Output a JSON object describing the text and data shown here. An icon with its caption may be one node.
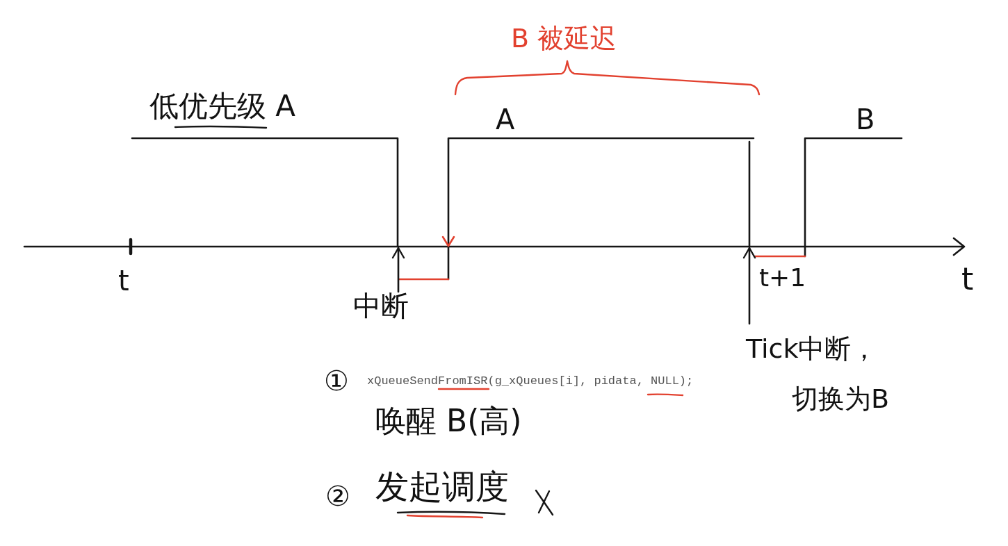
{
  "diagram": {
    "nodes": [
      {
        "text": [
          "中断"
        ]
      },
      {
        "text": [
          "Tick中断，切换为B"
        ]
      }
    ],
    "edges": [
      {
        "from": 0,
        "to": null,
        "arrow": "to"
      },
      {
        "from": 1,
        "to": null,
        "arrow": "to"
      }
    ],
    "labels": [
      "B 被延迟",
      "低优先级 A",
      "A",
      "B",
      "t",
      "t+1",
      "t",
      "①",
      "xQueueSendFromISR(g_xQueues[i], pidata, NULL);",
      "唤醒 B(高)",
      "②",
      "发起调度"
    ]
  }
}
